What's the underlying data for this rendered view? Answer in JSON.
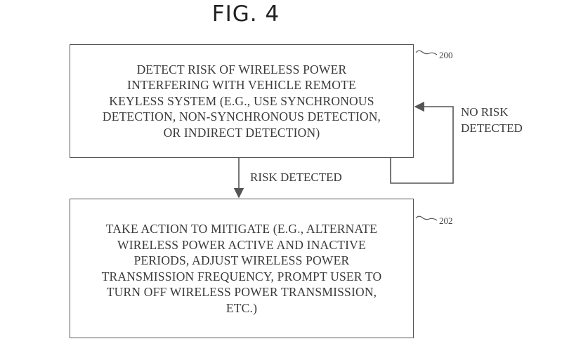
{
  "figure": {
    "title": "FIG. 4"
  },
  "nodes": [
    {
      "id": "200",
      "ref": "200",
      "text": "DETECT RISK OF WIRELESS POWER\nINTERFERING WITH VEHICLE REMOTE\nKEYLESS SYSTEM (E.G., USE SYNCHRONOUS\nDETECTION, NON-SYNCHRONOUS DETECTION,\nOR INDIRECT DETECTION)"
    },
    {
      "id": "202",
      "ref": "202",
      "text": "TAKE ACTION TO MITIGATE (E.G., ALTERNATE\nWIRELESS POWER ACTIVE AND INACTIVE\nPERIODS, ADJUST WIRELESS POWER\nTRANSMISSION FREQUENCY, PROMPT USER TO\nTURN OFF WIRELESS POWER TRANSMISSION,\nETC.)"
    }
  ],
  "edges": [
    {
      "from": "200",
      "to": "202",
      "label": "RISK DETECTED"
    },
    {
      "from": "200",
      "to": "200",
      "label": "NO RISK\nDETECTED"
    }
  ],
  "colors": {
    "line": "#555555",
    "text": "#3a3a3a"
  }
}
